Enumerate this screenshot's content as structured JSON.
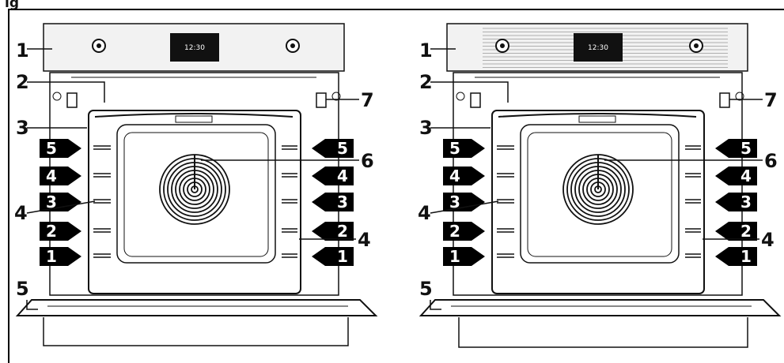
{
  "page": {
    "title_partial": "ig"
  },
  "figures": [
    {
      "name": "oven-left",
      "variant": "two-knobs",
      "clock_text": "12:30",
      "shelf_levels": [
        "5",
        "4",
        "3",
        "2",
        "1"
      ],
      "callouts": {
        "control_panel": "1",
        "heating_element": "2",
        "lamp": "3",
        "shelf_support_left": "4",
        "shelf_support_right": "4",
        "door": "5",
        "fan": "6",
        "cooling_fan": "7"
      }
    },
    {
      "name": "oven-right",
      "variant": "ventilated-panel",
      "clock_text": "12:30",
      "shelf_levels": [
        "5",
        "4",
        "3",
        "2",
        "1"
      ],
      "callouts": {
        "control_panel": "1",
        "heating_element": "2",
        "lamp": "3",
        "shelf_support_left": "4",
        "shelf_support_right": "4",
        "door": "5",
        "fan": "6",
        "cooling_fan": "7"
      }
    }
  ],
  "colors": {
    "ink": "#111111",
    "panel": "#f2f2f2",
    "display": "#111111",
    "marker": "#000000"
  }
}
